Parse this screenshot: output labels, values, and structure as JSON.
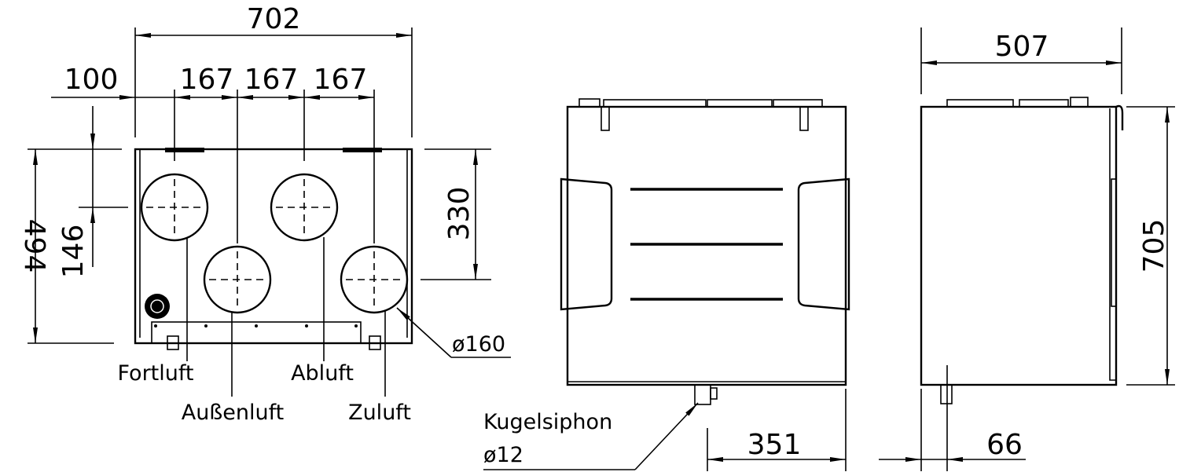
{
  "front_view": {
    "width": "702",
    "offset_left": "100",
    "spacing": [
      "167",
      "167",
      "167"
    ],
    "height": "494",
    "offset_top": "146",
    "port_height": "330",
    "diameter": "ø160",
    "ports": [
      "Fortluft",
      "Außenluft",
      "Abluft",
      "Zuluft"
    ]
  },
  "side_view": {
    "siphon_label": "Kugelsiphon",
    "siphon_diameter": "ø12",
    "siphon_offset": "351"
  },
  "rear_view": {
    "depth": "507",
    "height": "705",
    "siphon_offset": "66"
  }
}
